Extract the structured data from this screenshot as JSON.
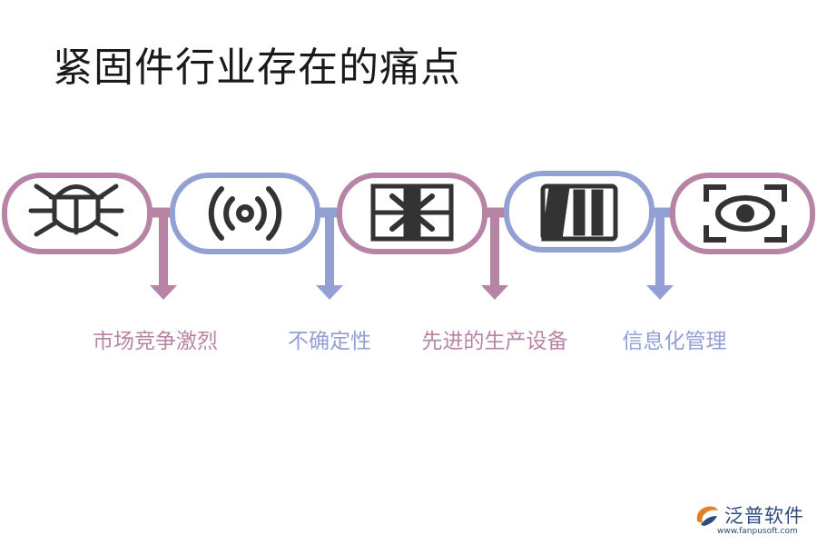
{
  "title": "紧固件行业存在的痛点",
  "colors": {
    "mauve": "#b784a6",
    "periwinkle": "#93a0d3",
    "icon": "#333333",
    "text": "#1a1a1a"
  },
  "steps": [
    {
      "icon": "bug-icon",
      "color": "mauve",
      "label": "市场竞争激烈"
    },
    {
      "icon": "signal-icon",
      "color": "periwinkle",
      "label": "不确定性"
    },
    {
      "icon": "gift-icon",
      "color": "mauve",
      "label": "先进的生产设备"
    },
    {
      "icon": "server-rack-icon",
      "color": "periwinkle",
      "label": "信息化管理"
    },
    {
      "icon": "focus-target-icon",
      "color": "mauve",
      "label": ""
    }
  ],
  "logo": {
    "name": "泛普软件",
    "url": "www.fanpusoft.com"
  }
}
